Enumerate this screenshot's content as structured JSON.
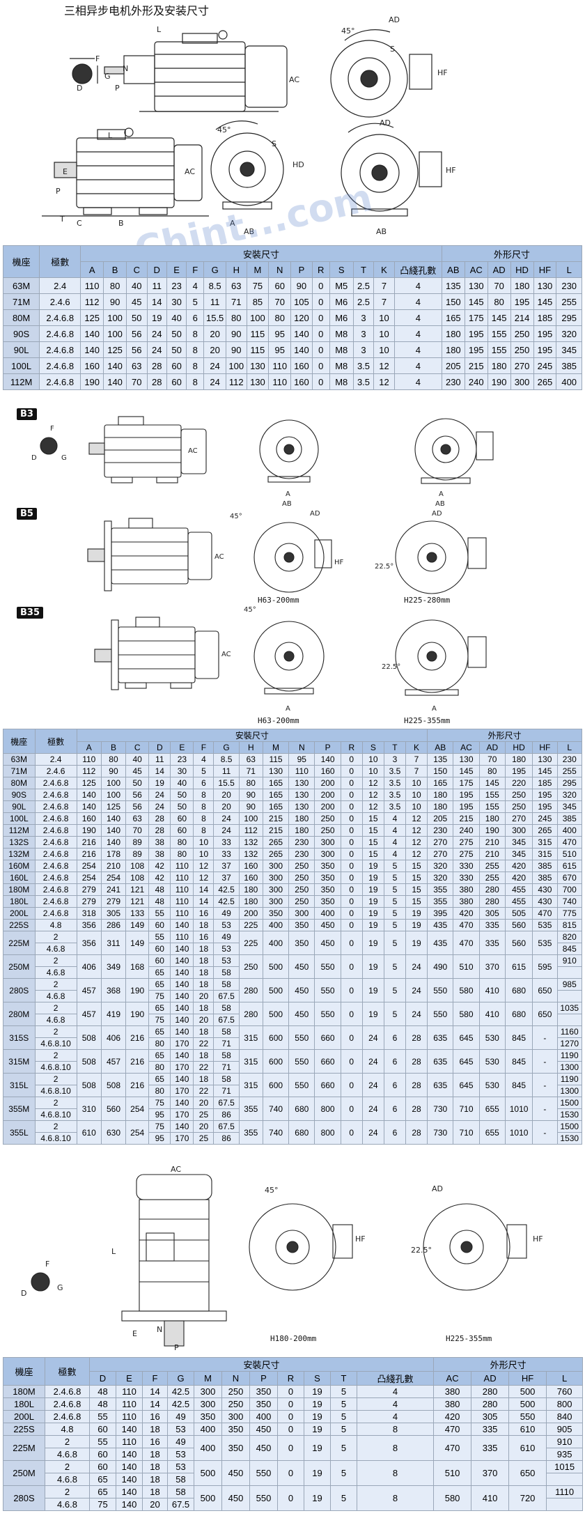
{
  "doc_title": "三相异步电机外形及安装尺寸",
  "watermark": "Chint...com",
  "labels": {
    "b3": "B3",
    "b5": "B5",
    "b35": "B35"
  },
  "captions": {
    "b5_left": "H63-200mm",
    "b5_right": "H225-280mm",
    "b35_left": "H63-200mm",
    "b35_right": "H225-355mm",
    "v_left": "H180-200mm",
    "v_right": "H225-355mm"
  },
  "dim_labels": {
    "F": "F",
    "G": "G",
    "D": "D",
    "E": "E",
    "N": "N",
    "P": "P",
    "AC": "AC",
    "L": "L",
    "AD": "AD",
    "HF": "HF",
    "HD": "HD",
    "H": "H",
    "A": "A",
    "AB": "AB",
    "S": "S",
    "C": "C",
    "B": "B",
    "K": "K",
    "T": "T",
    "angle45": "45°",
    "angle225": "22.5°"
  },
  "table1": {
    "h_frame": "機座",
    "h_poles": "極數",
    "h_install": "安裝尺寸",
    "h_outline": "外形尺寸",
    "cols": [
      "A",
      "B",
      "C",
      "D",
      "E",
      "F",
      "G",
      "H",
      "M",
      "N",
      "P",
      "R",
      "S",
      "T",
      "K",
      "凸綫孔數",
      "AB",
      "AC",
      "AD",
      "HD",
      "HF",
      "L"
    ],
    "rows": [
      [
        "63M",
        "2.4",
        "110",
        "80",
        "40",
        "11",
        "23",
        "4",
        "8.5",
        "63",
        "75",
        "60",
        "90",
        "0",
        "M5",
        "2.5",
        "7",
        "4",
        "135",
        "130",
        "70",
        "180",
        "130",
        "230"
      ],
      [
        "71M",
        "2.4.6",
        "112",
        "90",
        "45",
        "14",
        "30",
        "5",
        "11",
        "71",
        "85",
        "70",
        "105",
        "0",
        "M6",
        "2.5",
        "7",
        "4",
        "150",
        "145",
        "80",
        "195",
        "145",
        "255"
      ],
      [
        "80M",
        "2.4.6.8",
        "125",
        "100",
        "50",
        "19",
        "40",
        "6",
        "15.5",
        "80",
        "100",
        "80",
        "120",
        "0",
        "M6",
        "3",
        "10",
        "4",
        "165",
        "175",
        "145",
        "214",
        "185",
        "295"
      ],
      [
        "90S",
        "2.4.6.8",
        "140",
        "100",
        "56",
        "24",
        "50",
        "8",
        "20",
        "90",
        "115",
        "95",
        "140",
        "0",
        "M8",
        "3",
        "10",
        "4",
        "180",
        "195",
        "155",
        "250",
        "195",
        "320"
      ],
      [
        "90L",
        "2.4.6.8",
        "140",
        "125",
        "56",
        "24",
        "50",
        "8",
        "20",
        "90",
        "115",
        "95",
        "140",
        "0",
        "M8",
        "3",
        "10",
        "4",
        "180",
        "195",
        "155",
        "250",
        "195",
        "345"
      ],
      [
        "100L",
        "2.4.6.8",
        "160",
        "140",
        "63",
        "28",
        "60",
        "8",
        "24",
        "100",
        "130",
        "110",
        "160",
        "0",
        "M8",
        "3.5",
        "12",
        "4",
        "205",
        "215",
        "180",
        "270",
        "245",
        "385"
      ],
      [
        "112M",
        "2.4.6.8",
        "190",
        "140",
        "70",
        "28",
        "60",
        "8",
        "24",
        "112",
        "130",
        "110",
        "160",
        "0",
        "M8",
        "3.5",
        "12",
        "4",
        "230",
        "240",
        "190",
        "300",
        "265",
        "400"
      ]
    ]
  },
  "table2": {
    "h_frame": "機座",
    "h_poles": "極數",
    "h_install": "安裝尺寸",
    "h_outline": "外形尺寸",
    "cols": [
      "A",
      "B",
      "C",
      "D",
      "E",
      "F",
      "G",
      "H",
      "M",
      "N",
      "P",
      "R",
      "S",
      "T",
      "K",
      "AB",
      "AC",
      "AD",
      "HD",
      "HF",
      "L"
    ],
    "rows": [
      [
        "63M",
        "2.4",
        "110",
        "80",
        "40",
        "11",
        "23",
        "4",
        "8.5",
        "63",
        "115",
        "95",
        "140",
        "0",
        "10",
        "3",
        "7",
        "135",
        "130",
        "70",
        "180",
        "130",
        "230"
      ],
      [
        "71M",
        "2.4.6",
        "112",
        "90",
        "45",
        "14",
        "30",
        "5",
        "11",
        "71",
        "130",
        "110",
        "160",
        "0",
        "10",
        "3.5",
        "7",
        "150",
        "145",
        "80",
        "195",
        "145",
        "255"
      ],
      [
        "80M",
        "2.4.6.8",
        "125",
        "100",
        "50",
        "19",
        "40",
        "6",
        "15.5",
        "80",
        "165",
        "130",
        "200",
        "0",
        "12",
        "3.5",
        "10",
        "165",
        "175",
        "145",
        "220",
        "185",
        "295"
      ],
      [
        "90S",
        "2.4.6.8",
        "140",
        "100",
        "56",
        "24",
        "50",
        "8",
        "20",
        "90",
        "165",
        "130",
        "200",
        "0",
        "12",
        "3.5",
        "10",
        "180",
        "195",
        "155",
        "250",
        "195",
        "320"
      ],
      [
        "90L",
        "2.4.6.8",
        "140",
        "125",
        "56",
        "24",
        "50",
        "8",
        "20",
        "90",
        "165",
        "130",
        "200",
        "0",
        "12",
        "3.5",
        "10",
        "180",
        "195",
        "155",
        "250",
        "195",
        "345"
      ],
      [
        "100L",
        "2.4.6.8",
        "160",
        "140",
        "63",
        "28",
        "60",
        "8",
        "24",
        "100",
        "215",
        "180",
        "250",
        "0",
        "15",
        "4",
        "12",
        "205",
        "215",
        "180",
        "270",
        "245",
        "385"
      ],
      [
        "112M",
        "2.4.6.8",
        "190",
        "140",
        "70",
        "28",
        "60",
        "8",
        "24",
        "112",
        "215",
        "180",
        "250",
        "0",
        "15",
        "4",
        "12",
        "230",
        "240",
        "190",
        "300",
        "265",
        "400"
      ],
      [
        "132S",
        "2.4.6.8",
        "216",
        "140",
        "89",
        "38",
        "80",
        "10",
        "33",
        "132",
        "265",
        "230",
        "300",
        "0",
        "15",
        "4",
        "12",
        "270",
        "275",
        "210",
        "345",
        "315",
        "470"
      ],
      [
        "132M",
        "2.4.6.8",
        "216",
        "178",
        "89",
        "38",
        "80",
        "10",
        "33",
        "132",
        "265",
        "230",
        "300",
        "0",
        "15",
        "4",
        "12",
        "270",
        "275",
        "210",
        "345",
        "315",
        "510"
      ],
      [
        "160M",
        "2.4.6.8",
        "254",
        "210",
        "108",
        "42",
        "110",
        "12",
        "37",
        "160",
        "300",
        "250",
        "350",
        "0",
        "19",
        "5",
        "15",
        "320",
        "330",
        "255",
        "420",
        "385",
        "615"
      ],
      [
        "160L",
        "2.4.6.8",
        "254",
        "254",
        "108",
        "42",
        "110",
        "12",
        "37",
        "160",
        "300",
        "250",
        "350",
        "0",
        "19",
        "5",
        "15",
        "320",
        "330",
        "255",
        "420",
        "385",
        "670"
      ],
      [
        "180M",
        "2.4.6.8",
        "279",
        "241",
        "121",
        "48",
        "110",
        "14",
        "42.5",
        "180",
        "300",
        "250",
        "350",
        "0",
        "19",
        "5",
        "15",
        "355",
        "380",
        "280",
        "455",
        "430",
        "700"
      ],
      [
        "180L",
        "2.4.6.8",
        "279",
        "279",
        "121",
        "48",
        "110",
        "14",
        "42.5",
        "180",
        "300",
        "250",
        "350",
        "0",
        "19",
        "5",
        "15",
        "355",
        "380",
        "280",
        "455",
        "430",
        "740"
      ],
      [
        "200L",
        "2.4.6.8",
        "318",
        "305",
        "133",
        "55",
        "110",
        "16",
        "49",
        "200",
        "350",
        "300",
        "400",
        "0",
        "19",
        "5",
        "19",
        "395",
        "420",
        "305",
        "505",
        "470",
        "775"
      ],
      [
        "225S",
        "4.8",
        "356",
        "286",
        "149",
        "60",
        "140",
        "18",
        "53",
        "225",
        "400",
        "350",
        "450",
        "0",
        "19",
        "5",
        "19",
        "435",
        "470",
        "335",
        "560",
        "535",
        "815"
      ]
    ],
    "big_rows": [
      {
        "frame": "225M",
        "poles": [
          "2",
          "4.6.8"
        ],
        "A": "356",
        "B": "311",
        "C": "149",
        "D": [
          "55",
          "60"
        ],
        "E": [
          "110",
          "140"
        ],
        "F": [
          "16",
          "18"
        ],
        "G": [
          "49",
          "53"
        ],
        "H": "225",
        "M": "400",
        "N": "350",
        "P": "450",
        "R": "0",
        "S": "19",
        "T": "5",
        "K": "19",
        "AB": "435",
        "AC": "470",
        "AD": "335",
        "HD": "560",
        "HF": "535",
        "L": [
          "820",
          "845"
        ]
      },
      {
        "frame": "250M",
        "poles": [
          "2",
          "4.6.8"
        ],
        "A": "406",
        "B": "349",
        "C": "168",
        "D": [
          "60",
          "65"
        ],
        "E": [
          "140",
          "140"
        ],
        "F": [
          "18",
          "18"
        ],
        "G": [
          "53",
          "58"
        ],
        "H": "250",
        "M": "500",
        "N": "450",
        "P": "550",
        "R": "0",
        "S": "19",
        "T": "5",
        "K": "24",
        "AB": "490",
        "AC": "510",
        "AD": "370",
        "HD": "615",
        "HF": "595",
        "L": [
          "910",
          ""
        ]
      },
      {
        "frame": "280S",
        "poles": [
          "2",
          "4.6.8"
        ],
        "A": "457",
        "B": "368",
        "C": "190",
        "D": [
          "65",
          "75"
        ],
        "E": [
          "140",
          "140"
        ],
        "F": [
          "18",
          "20"
        ],
        "G": [
          "58",
          "67.5"
        ],
        "H": "280",
        "M": "500",
        "N": "450",
        "P": "550",
        "R": "0",
        "S": "19",
        "T": "5",
        "K": "24",
        "AB": "550",
        "AC": "580",
        "AD": "410",
        "HD": "680",
        "HF": "650",
        "L": [
          "985",
          ""
        ]
      },
      {
        "frame": "280M",
        "poles": [
          "2",
          "4.6.8"
        ],
        "A": "457",
        "B": "419",
        "C": "190",
        "D": [
          "65",
          "75"
        ],
        "E": [
          "140",
          "140"
        ],
        "F": [
          "18",
          "20"
        ],
        "G": [
          "58",
          "67.5"
        ],
        "H": "280",
        "M": "500",
        "N": "450",
        "P": "550",
        "R": "0",
        "S": "19",
        "T": "5",
        "K": "24",
        "AB": "550",
        "AC": "580",
        "AD": "410",
        "HD": "680",
        "HF": "650",
        "L": [
          "1035",
          ""
        ]
      },
      {
        "frame": "315S",
        "poles": [
          "2",
          "4.6.8.10"
        ],
        "A": "508",
        "B": "406",
        "C": "216",
        "D": [
          "65",
          "80"
        ],
        "E": [
          "140",
          "170"
        ],
        "F": [
          "18",
          "22"
        ],
        "G": [
          "58",
          "71"
        ],
        "H": "315",
        "M": "600",
        "N": "550",
        "P": "660",
        "R": "0",
        "S": "24",
        "T": "6",
        "K": "28",
        "AB": "635",
        "AC": "645",
        "AD": "530",
        "HD": "845",
        "HF": "-",
        "L": [
          "1160",
          "1270"
        ]
      },
      {
        "frame": "315M",
        "poles": [
          "2",
          "4.6.8.10"
        ],
        "A": "508",
        "B": "457",
        "C": "216",
        "D": [
          "65",
          "80"
        ],
        "E": [
          "140",
          "170"
        ],
        "F": [
          "18",
          "22"
        ],
        "G": [
          "58",
          "71"
        ],
        "H": "315",
        "M": "600",
        "N": "550",
        "P": "660",
        "R": "0",
        "S": "24",
        "T": "6",
        "K": "28",
        "AB": "635",
        "AC": "645",
        "AD": "530",
        "HD": "845",
        "HF": "-",
        "L": [
          "1190",
          "1300"
        ]
      },
      {
        "frame": "315L",
        "poles": [
          "2",
          "4.6.8.10"
        ],
        "A": "508",
        "B": "508",
        "C": "216",
        "D": [
          "65",
          "80"
        ],
        "E": [
          "140",
          "170"
        ],
        "F": [
          "18",
          "22"
        ],
        "G": [
          "58",
          "71"
        ],
        "H": "315",
        "M": "600",
        "N": "550",
        "P": "660",
        "R": "0",
        "S": "24",
        "T": "6",
        "K": "28",
        "AB": "635",
        "AC": "645",
        "AD": "530",
        "HD": "845",
        "HF": "-",
        "L": [
          "1190",
          "1300"
        ]
      },
      {
        "frame": "355M",
        "poles": [
          "2",
          "4.6.8.10"
        ],
        "A": "310",
        "B": "560",
        "C": "254",
        "D": [
          "75",
          "95"
        ],
        "E": [
          "140",
          "170"
        ],
        "F": [
          "20",
          "25"
        ],
        "G": [
          "67.5",
          "86"
        ],
        "H": "355",
        "M": "740",
        "N": "680",
        "P": "800",
        "R": "0",
        "S": "24",
        "T": "6",
        "K": "28",
        "AB": "730",
        "AC": "710",
        "AD": "655",
        "HD": "1010",
        "HF": "-",
        "L": [
          "1500",
          "1530"
        ]
      },
      {
        "frame": "355L",
        "poles": [
          "2",
          "4.6.8.10"
        ],
        "A": "610",
        "B": "630",
        "C": "254",
        "D": [
          "75",
          "95"
        ],
        "E": [
          "140",
          "170"
        ],
        "F": [
          "20",
          "25"
        ],
        "G": [
          "67.5",
          "86"
        ],
        "H": "355",
        "M": "740",
        "N": "680",
        "P": "800",
        "R": "0",
        "S": "24",
        "T": "6",
        "K": "28",
        "AB": "730",
        "AC": "710",
        "AD": "655",
        "HD": "1010",
        "HF": "-",
        "L": [
          "1500",
          "1530"
        ]
      }
    ]
  },
  "table3": {
    "h_frame": "機座",
    "h_poles": "極數",
    "h_install": "安裝尺寸",
    "h_outline": "外形尺寸",
    "cols": [
      "D",
      "E",
      "F",
      "G",
      "M",
      "N",
      "P",
      "R",
      "S",
      "T",
      "凸綫孔數",
      "AC",
      "AD",
      "HF",
      "L"
    ],
    "rows": [
      [
        "180M",
        "2.4.6.8",
        "48",
        "110",
        "14",
        "42.5",
        "300",
        "250",
        "350",
        "0",
        "19",
        "5",
        "4",
        "380",
        "280",
        "500",
        "760"
      ],
      [
        "180L",
        "2.4.6.8",
        "48",
        "110",
        "14",
        "42.5",
        "300",
        "250",
        "350",
        "0",
        "19",
        "5",
        "4",
        "380",
        "280",
        "500",
        "800"
      ],
      [
        "200L",
        "2.4.6.8",
        "55",
        "110",
        "16",
        "49",
        "350",
        "300",
        "400",
        "0",
        "19",
        "5",
        "4",
        "420",
        "305",
        "550",
        "840"
      ],
      [
        "225S",
        "4.8",
        "60",
        "140",
        "18",
        "53",
        "400",
        "350",
        "450",
        "0",
        "19",
        "5",
        "8",
        "470",
        "335",
        "610",
        "905"
      ]
    ],
    "big_rows": [
      {
        "frame": "225M",
        "poles": [
          "2",
          "4.6.8"
        ],
        "D": [
          "55",
          "60"
        ],
        "E": [
          "110",
          "140"
        ],
        "F": [
          "16",
          "18"
        ],
        "G": [
          "49",
          "53"
        ],
        "M": "400",
        "N": "350",
        "P": "450",
        "R": "0",
        "S": "19",
        "T": "5",
        "K": "8",
        "AC": "470",
        "AD": "335",
        "HF": "610",
        "L": [
          "910",
          "935"
        ]
      },
      {
        "frame": "250M",
        "poles": [
          "2",
          "4.6.8"
        ],
        "D": [
          "60",
          "65"
        ],
        "E": [
          "140",
          "140"
        ],
        "F": [
          "18",
          "18"
        ],
        "G": [
          "53",
          "58"
        ],
        "M": "500",
        "N": "450",
        "P": "550",
        "R": "0",
        "S": "19",
        "T": "5",
        "K": "8",
        "AC": "510",
        "AD": "370",
        "HF": "650",
        "L": [
          "1015",
          ""
        ]
      },
      {
        "frame": "280S",
        "poles": [
          "2",
          "4.6.8"
        ],
        "D": [
          "65",
          "75"
        ],
        "E": [
          "140",
          "140"
        ],
        "F": [
          "18",
          "20"
        ],
        "G": [
          "58",
          "67.5"
        ],
        "M": "500",
        "N": "450",
        "P": "550",
        "R": "0",
        "S": "19",
        "T": "5",
        "K": "8",
        "AC": "580",
        "AD": "410",
        "HF": "720",
        "L": [
          "1110",
          ""
        ]
      }
    ]
  }
}
